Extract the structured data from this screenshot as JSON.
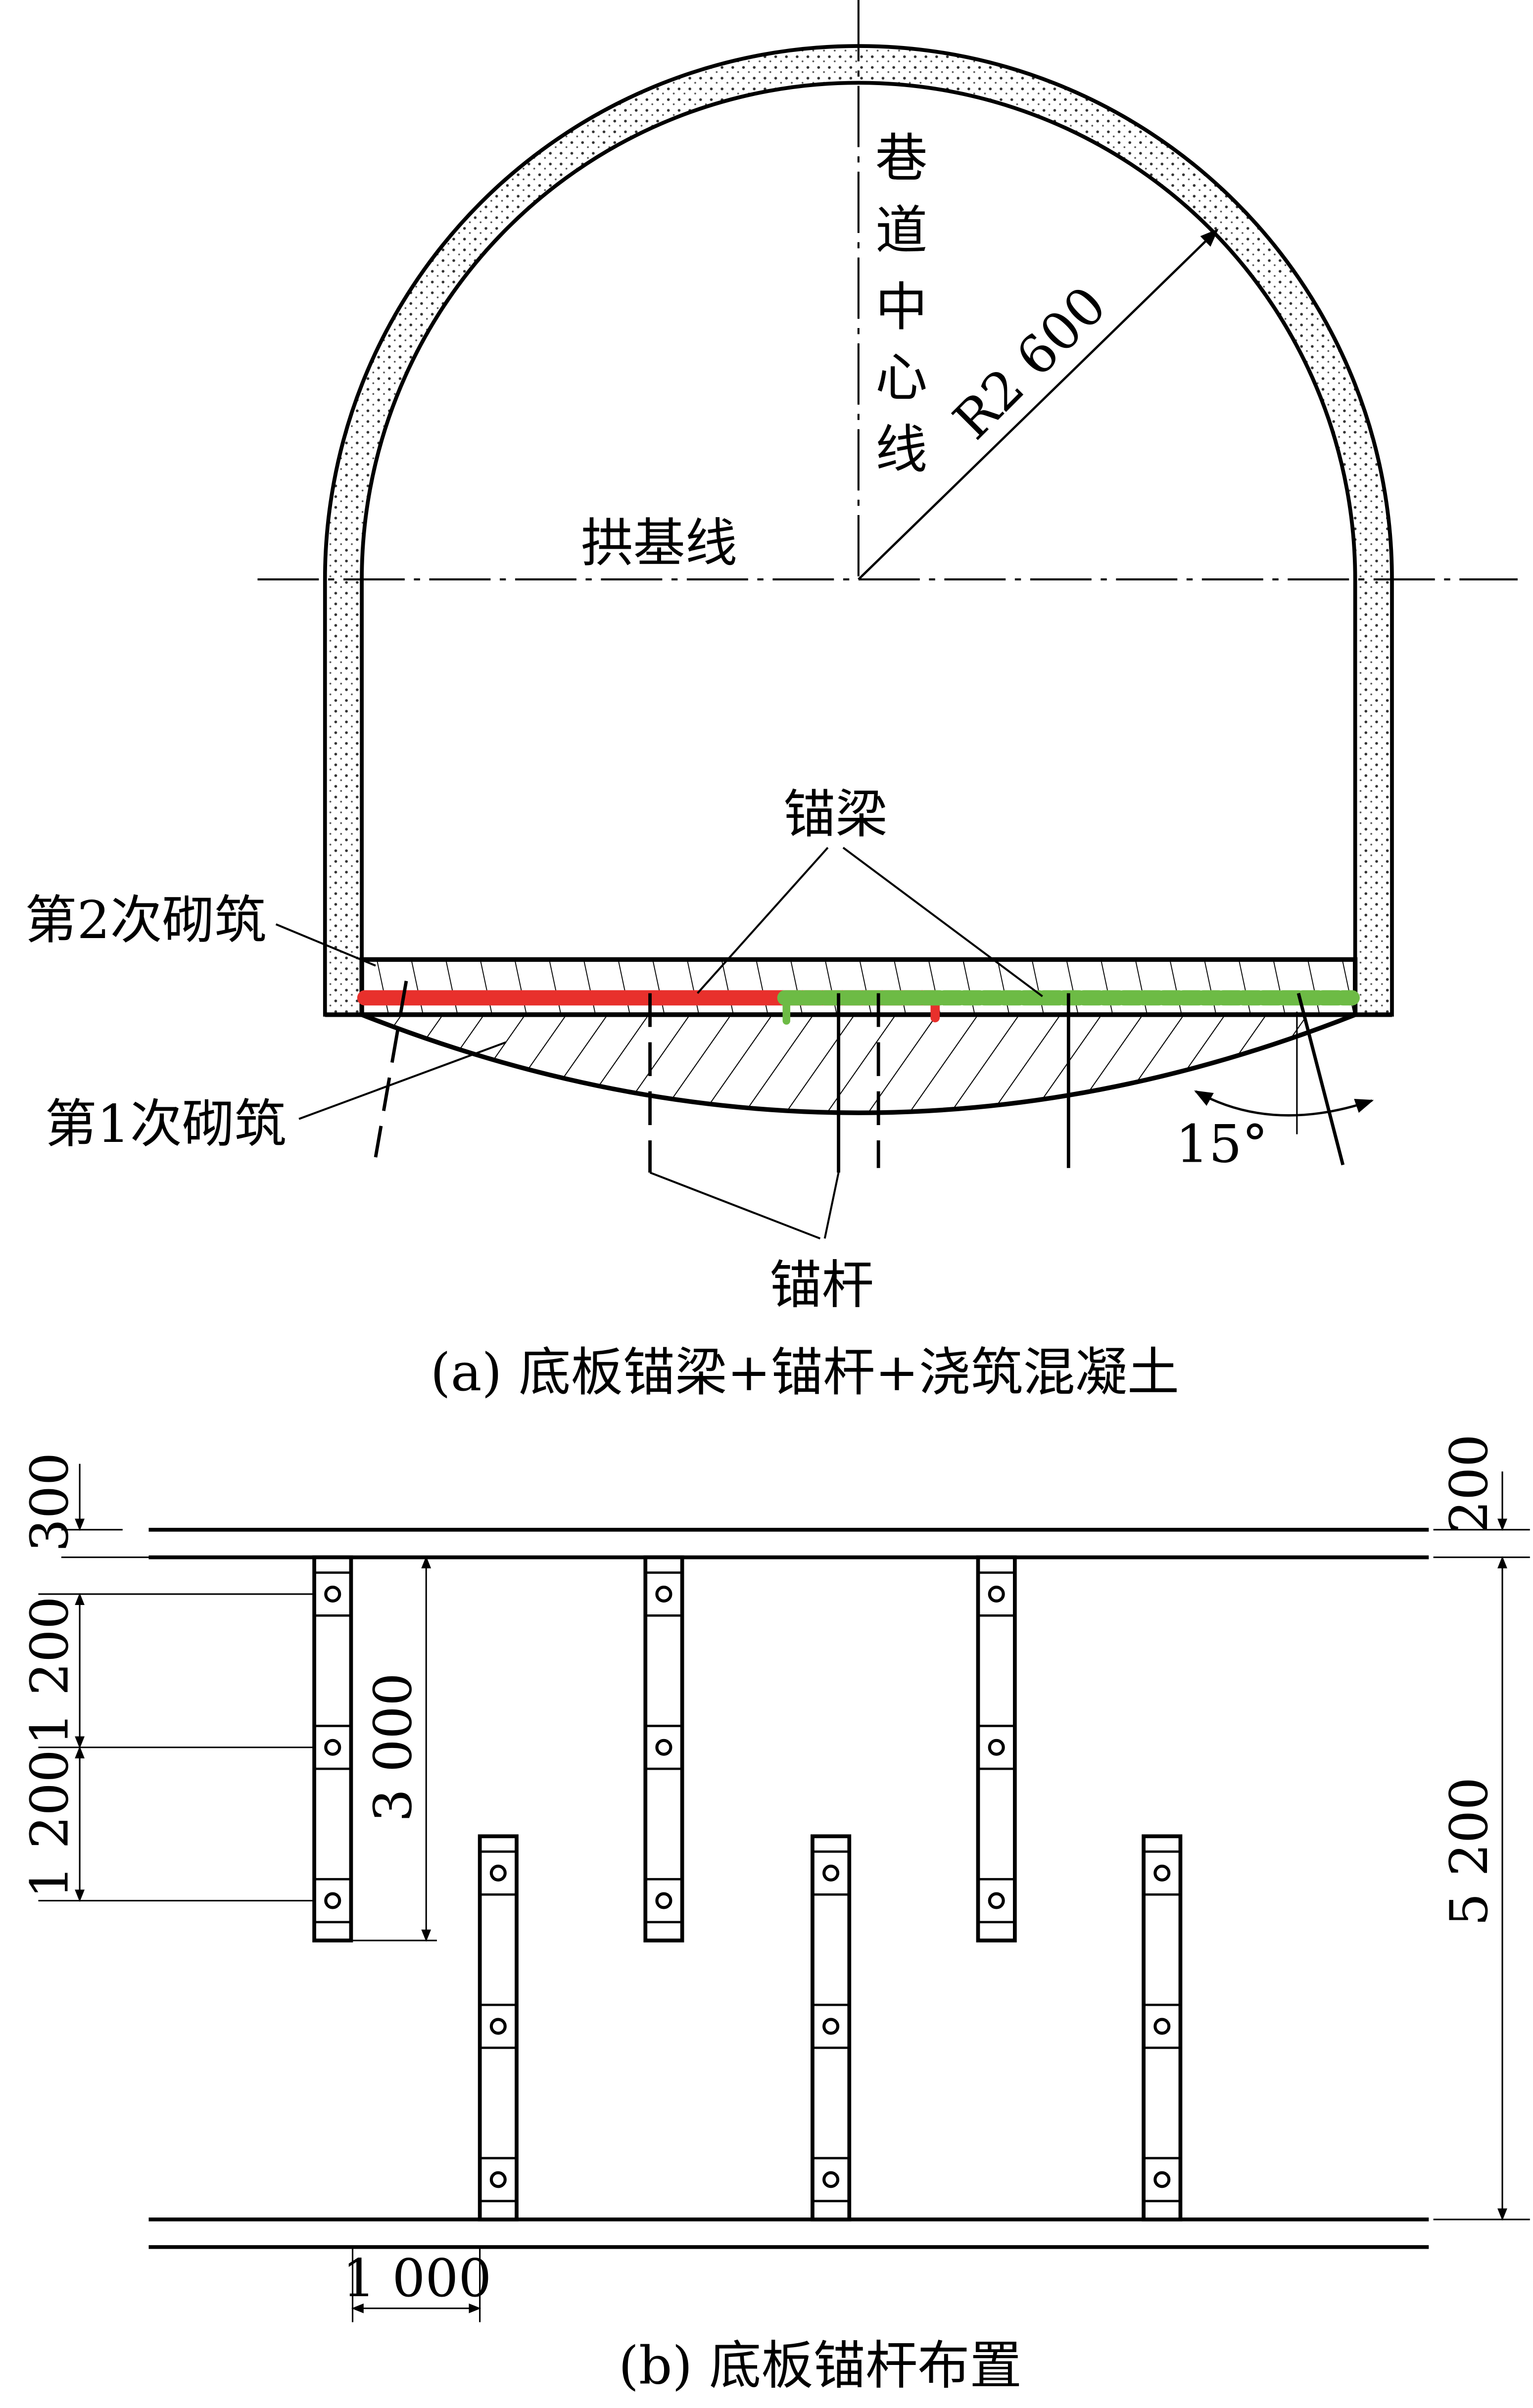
{
  "part_a": {
    "centerline_label": [
      "巷",
      "道",
      "中",
      "心",
      "线"
    ],
    "radius_label": "R2 600",
    "springline_label": "拱基线",
    "anchor_beam_label": "锚梁",
    "second_pour_label": "第2次砌筑",
    "first_pour_label": "第1次砌筑",
    "angle_label": "15°",
    "bolt_label": "锚杆",
    "caption": "(a)  底板锚梁+锚杆+浇筑混凝土",
    "colors": {
      "red_line": "#e8302c",
      "green_line": "#6dbb45"
    }
  },
  "part_b": {
    "dim_300": "300",
    "dim_1200_a": "1 200",
    "dim_1200_b": "1 200",
    "dim_3000": "3 000",
    "dim_200": "200",
    "dim_5200": "5 200",
    "dim_1000": "1 000",
    "caption": "(b)  底板锚杆布置"
  }
}
